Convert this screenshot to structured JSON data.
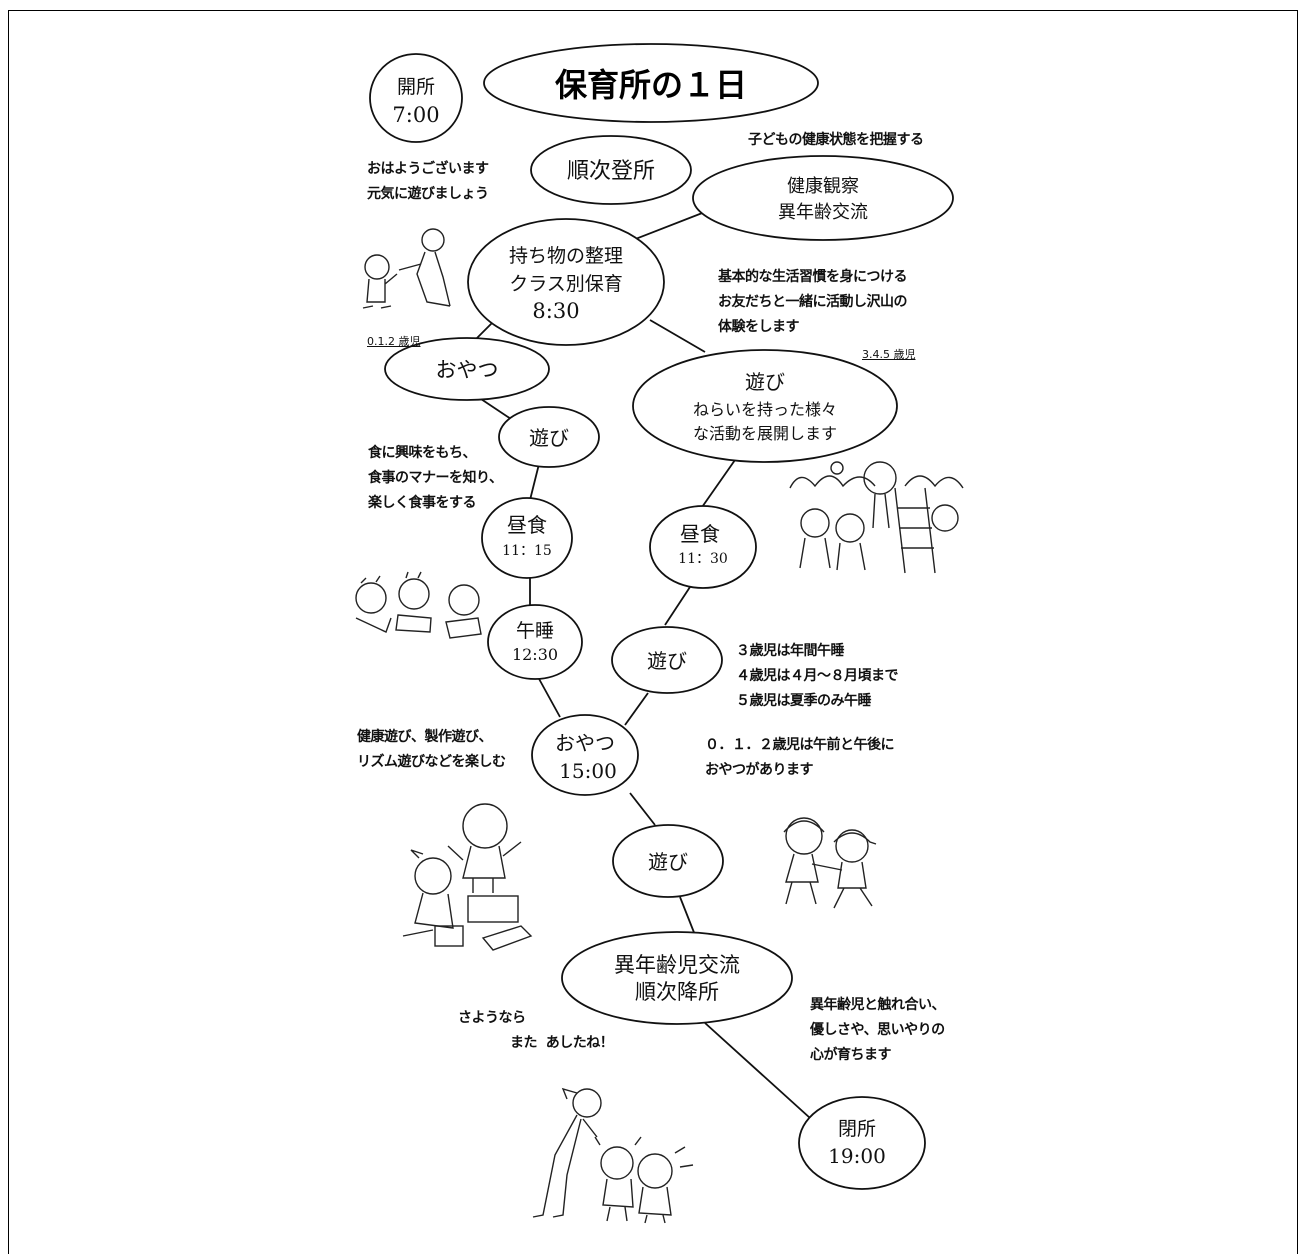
{
  "title": "保育所の１日",
  "nodes": {
    "open": [
      "開所",
      "7:00"
    ],
    "arrival": [
      "順次登所"
    ],
    "health": [
      "健康観察",
      "異年齢交流"
    ],
    "belongings": [
      "持ち物の整理",
      "クラス別保育",
      "8:30"
    ],
    "snack_young": [
      "おやつ"
    ],
    "play_young": [
      "遊び"
    ],
    "play_older": [
      "遊び",
      "ねらいを持った様々",
      "な活動を展開します"
    ],
    "lunch_young": [
      "昼食",
      "11：15"
    ],
    "lunch_older": [
      "昼食",
      "11：30"
    ],
    "nap": [
      "午睡",
      "12:30"
    ],
    "play_after_nap": [
      "遊び"
    ],
    "snack_pm": [
      "おやつ",
      "15:00"
    ],
    "play_pm": [
      "遊び"
    ],
    "mixed_age": [
      "異年齢児交流",
      "順次降所"
    ],
    "close": [
      "閉所",
      "19:00"
    ]
  },
  "notes": {
    "greeting": "おはようございます\n元気に遊びましょう",
    "health_check": "子どもの健康状態を把握する",
    "habits": "基本的な生活習慣を身につける\nお友だちと一緒に活動し沢山の\n体験をします",
    "food": "食に興味をもち、\n食事のマナーを知り、\n楽しく食事をする",
    "nap_info": "３歳児は年間午睡\n４歳児は４月～８月頃まで\n５歳児は夏季のみ午睡",
    "activities": "健康遊び、製作遊び、\nリズム遊びなどを楽しむ",
    "snack_info": "０．１．２歳児は午前と午後に\nおやつがあります",
    "goodbye_1": "さようなら",
    "goodbye_2": "また  あしたね！",
    "mixed_info": "異年齢児と触れ合い、\n優しさや、思いやりの\n心が育ちます"
  },
  "labels": {
    "age_young": "0.1.2 歳児",
    "age_older": "3.4.5 歳児"
  }
}
